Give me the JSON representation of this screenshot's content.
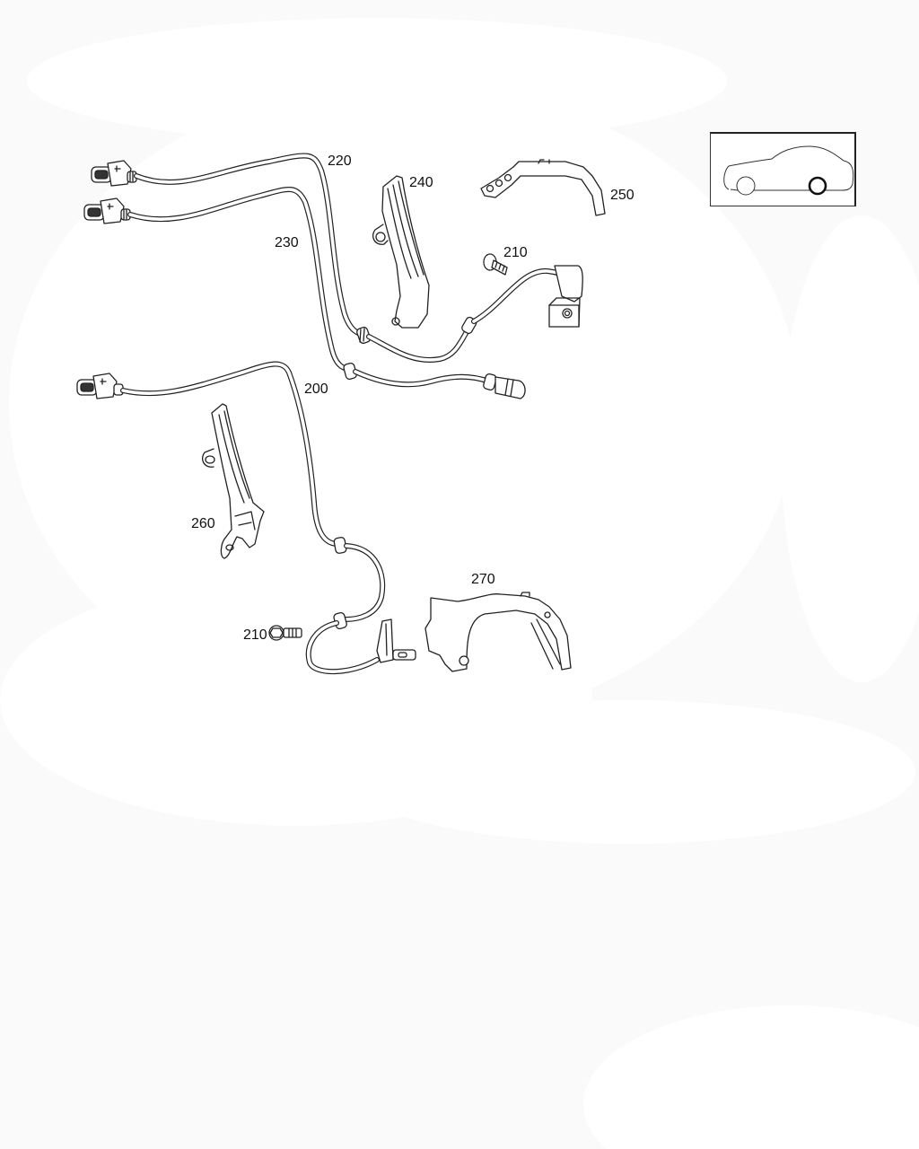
{
  "diagram": {
    "type": "exploded-parts-view",
    "subject": "wheel speed sensor cables and brackets",
    "background_color": "#fafafa",
    "line_color": "#222222",
    "callouts": [
      {
        "id": "200",
        "label": "200",
        "part": "sensor cable (lower, front)"
      },
      {
        "id": "210a",
        "label": "210",
        "part": "screw (upper)"
      },
      {
        "id": "210b",
        "label": "210",
        "part": "screw (lower)"
      },
      {
        "id": "220",
        "label": "220",
        "part": "sensor cable (upper, with angled sensor)"
      },
      {
        "id": "230",
        "label": "230",
        "part": "sensor cable (middle, with straight sensor)"
      },
      {
        "id": "240",
        "label": "240",
        "part": "bracket (upper)"
      },
      {
        "id": "250",
        "label": "250",
        "part": "cable holder (upper)"
      },
      {
        "id": "260",
        "label": "260",
        "part": "bracket (lower)"
      },
      {
        "id": "270",
        "label": "270",
        "part": "cable holder (lower)"
      }
    ]
  },
  "locator": {
    "icon": "car-side-locator-icon",
    "highlighted_wheel": "rear"
  }
}
